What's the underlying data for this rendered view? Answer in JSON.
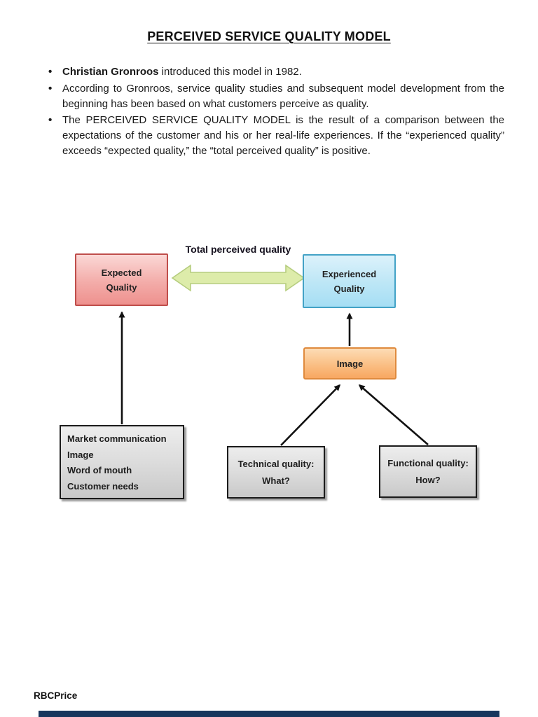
{
  "page": {
    "title": "PERCEIVED SERVICE QUALITY MODEL",
    "watermark": "RBCPrice"
  },
  "bullets": [
    {
      "bold": "Christian Gronroos",
      "rest": " introduced this model in 1982."
    },
    {
      "text": "According to Gronroos, service quality studies and subsequent model development from the beginning has been based on what customers perceive as quality."
    },
    {
      "text": "The PERCEIVED SERVICE QUALITY MODEL is the result of a comparison between the expectations of the customer and his or her real-life experiences. If the “experienced quality” exceeds “expected quality,” the “total perceived quality” is positive."
    }
  ],
  "diagram": {
    "arrow_label": "Total perceived quality",
    "expected_box": {
      "line1": "Expected",
      "line2": "Quality"
    },
    "experienced_box": {
      "line1": "Experienced",
      "line2": "Quality"
    },
    "image_box": {
      "label": "Image"
    },
    "inputs_box": {
      "lines": [
        "Market communication",
        "Image",
        "Word of mouth",
        "Customer needs"
      ]
    },
    "technical_box": {
      "line1": "Technical quality:",
      "line2": "What?"
    },
    "functional_box": {
      "line1": "Functional quality:",
      "line2": "How?"
    },
    "colors": {
      "expected_fill": "#ee918e",
      "expected_border": "#bf4e4b",
      "experienced_fill": "#a5def4",
      "experienced_border": "#43a2c6",
      "image_fill": "#f8a761",
      "image_border": "#df8a3d",
      "double_arrow_fill": "#ddecaa",
      "double_arrow_border": "#b6cd7f",
      "gray_box_fill": "#d6d6d6",
      "connector_color": "#111111",
      "footer_bar": "#17365d"
    }
  }
}
